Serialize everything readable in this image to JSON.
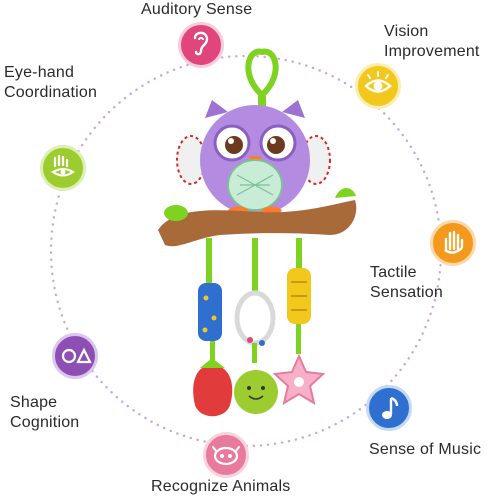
{
  "labels": {
    "auditory": "Auditory Sense",
    "vision_line1": "Vision",
    "vision_line2": "Improvement",
    "eyehand_line1": "Eye-hand",
    "eyehand_line2": "Coordination",
    "tactile_line1": "Tactile",
    "tactile_line2": "Sensation",
    "shape_line1": "Shape",
    "shape_line2": "Cognition",
    "music": "Sense of Music",
    "animals": "Recognize Animals"
  },
  "icons": {
    "auditory": "ear-icon",
    "vision": "eye-icon",
    "eyehand": "hand-eye-icon",
    "tactile": "hand-icon",
    "shape": "shapes-icon",
    "music": "music-note-icon",
    "animals": "animal-face-icon"
  },
  "colors": {
    "circle_dots": "#c9a6d8",
    "auditory": "#e0457b",
    "vision": "#f2c81c",
    "eyehand": "#9ccc2f",
    "tactile": "#f39a1e",
    "shape": "#8e4fb5",
    "music": "#2f6fd0",
    "animals": "#e87a9e",
    "owl_body": "#b38be0",
    "branch": "#a96a3a"
  }
}
